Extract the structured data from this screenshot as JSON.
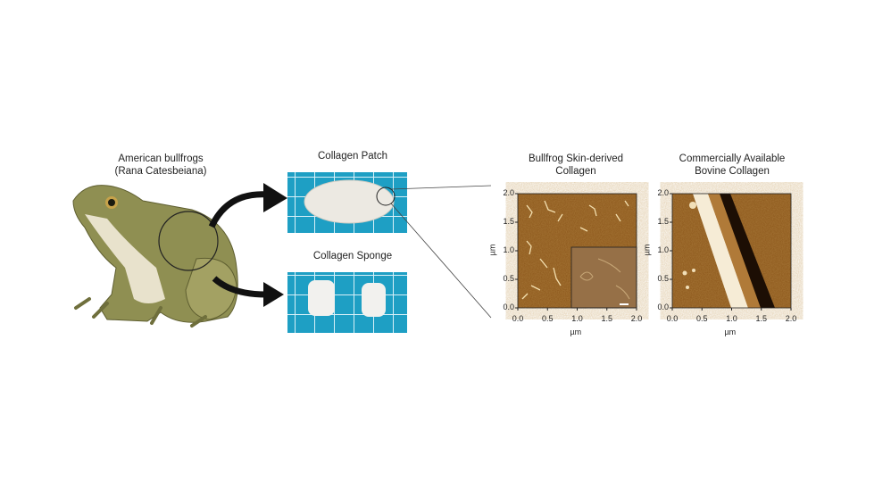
{
  "labels": {
    "frog_title": "American bullfrogs",
    "frog_subtitle": "(Rana Catesbeiana)",
    "patch": "Collagen Patch",
    "sponge": "Collagen Sponge",
    "afm1_title_1": "Bullfrog Skin-derived",
    "afm1_title_2": "Collagen",
    "afm2_title_1": "Commercially Available",
    "afm2_title_2": "Bovine Collagen"
  },
  "afm_axes": {
    "x_ticks": [
      "0.0",
      "0.5",
      "1.0",
      "1.5",
      "2.0"
    ],
    "y_ticks": [
      "0.0",
      "0.5",
      "1.0",
      "1.5",
      "2.0"
    ],
    "x_unit": "µm",
    "y_unit": "µm"
  },
  "colors": {
    "afm_brown": "#8a5418",
    "tile_blue": "#1e9fc4",
    "frog_green": "#8f8f52"
  }
}
